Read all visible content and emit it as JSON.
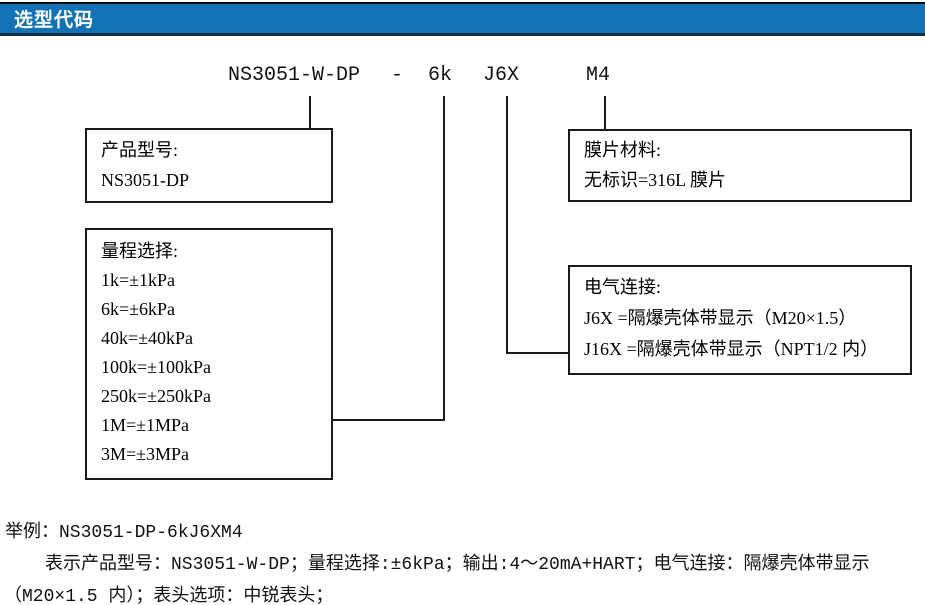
{
  "header": {
    "title": "选型代码"
  },
  "colors": {
    "banner_bg": "#1272b5",
    "banner_text": "#ffffff",
    "line_color": "#1a1a1a"
  },
  "code": {
    "segments": {
      "model": "NS3051-W-DP",
      "dash": "-",
      "range": "6k",
      "electrical": "J6X",
      "display": "M4"
    }
  },
  "boxes": {
    "product_model": {
      "title": "产品型号:",
      "lines": [
        "NS3051-DP"
      ]
    },
    "range_selection": {
      "title": "量程选择:",
      "lines": [
        "1k=±1kPa",
        "6k=±6kPa",
        "40k=±40kPa",
        "100k=±100kPa",
        "250k=±250kPa",
        "1M=±1MPa",
        "3M=±3MPa"
      ]
    },
    "diaphragm_material": {
      "title": "膜片材料:",
      "lines": [
        "无标识=316L 膜片"
      ]
    },
    "electrical_connection": {
      "title": "电气连接:",
      "lines": [
        "J6X =隔爆壳体带显示（M20×1.5）",
        "J16X =隔爆壳体带显示（NPT1/2 内）"
      ]
    }
  },
  "example": {
    "lines": [
      "举例：NS3051-DP-6kJ6XM4",
      "表示产品型号：NS3051-W-DP；量程选择:±6kPa；输出:4～20mA+HART；电气连接：隔爆壳体带显示",
      "（M20×1.5 内）；表头选项：中锐表头；"
    ]
  }
}
